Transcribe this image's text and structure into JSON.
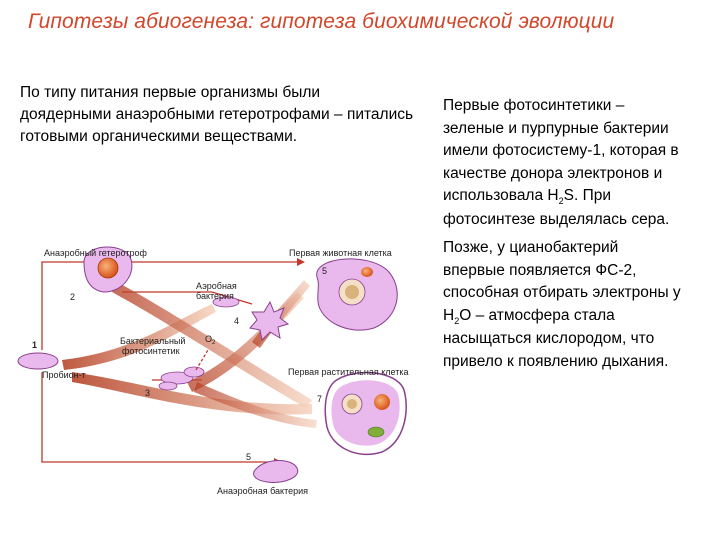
{
  "title": "Гипотезы абиогенеза: гипотеза биохимической эволюции",
  "intro": "По типу питания первые организмы были доядерными анаэробными гетеротрофами – питались готовыми органическими веществами.",
  "para1": {
    "before": "Первые фотосинтетики – зеленые и пурпурные бактерии имели фотосистему-1, которая в качестве донора электронов и использовала H",
    "sub": "2",
    "after": "S. При фотосинтезе выделялась сера."
  },
  "para2": {
    "before": "Позже, у цианобактерий впервые появляется ФС-2, способная отбирать электроны у H",
    "sub": "2",
    "after": "O – атмосфера стала насыщаться кислородом, что привело к появлению дыхания."
  },
  "diagram": {
    "labels": {
      "anaerobic_heterotroph": "Анаэробный гетеротроф",
      "first_animal_cell": "Первая животная клетка",
      "aerobic_bacterium_1": "Аэробная",
      "aerobic_bacterium_2": "бактерия",
      "bacterial_photosynthetic_1": "Бактериальный",
      "bacterial_photosynthetic_2": "фотосинтетик",
      "o2": "O",
      "o2_sub": "2",
      "probiont": "Пробион-т",
      "first_plant_cell": "Первая растительная клетка",
      "anaerobic_bacterium": "Анаэробная бактерия"
    },
    "numbers": [
      "1",
      "2",
      "3",
      "4",
      "5",
      "5",
      "7"
    ]
  },
  "colors": {
    "title": "#d2462a",
    "cell_fill": "#e9b8ec",
    "cell_stroke": "#8a3f8e",
    "nucleus": "#e8742a",
    "arrow_dark": "#b33a1e",
    "arrow_light": "#f3c9b0"
  }
}
